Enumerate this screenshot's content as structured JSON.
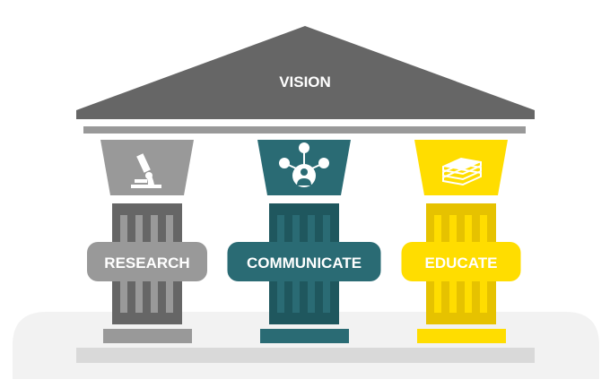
{
  "roof": {
    "label": "VISION",
    "color": "#666666"
  },
  "beam_color": "#999999",
  "pillars": [
    {
      "label": "RESEARCH",
      "icon": "microscope-icon",
      "capital": "#999999",
      "shaft": "#666666",
      "flute": "#999999",
      "base": "#999999"
    },
    {
      "label": "COMMUNICATE",
      "icon": "network-person-icon",
      "capital": "#2a6b74",
      "shaft": "#1f575e",
      "flute": "#2a6b74",
      "base": "#2a6b74"
    },
    {
      "label": "EDUCATE",
      "icon": "books-icon",
      "capital": "#ffdd00",
      "shaft": "#e6c200",
      "flute": "#ffdd00",
      "base": "#ffdd00"
    }
  ],
  "platform_color": "#f2f2f2",
  "step_color": "#d9d9d9"
}
